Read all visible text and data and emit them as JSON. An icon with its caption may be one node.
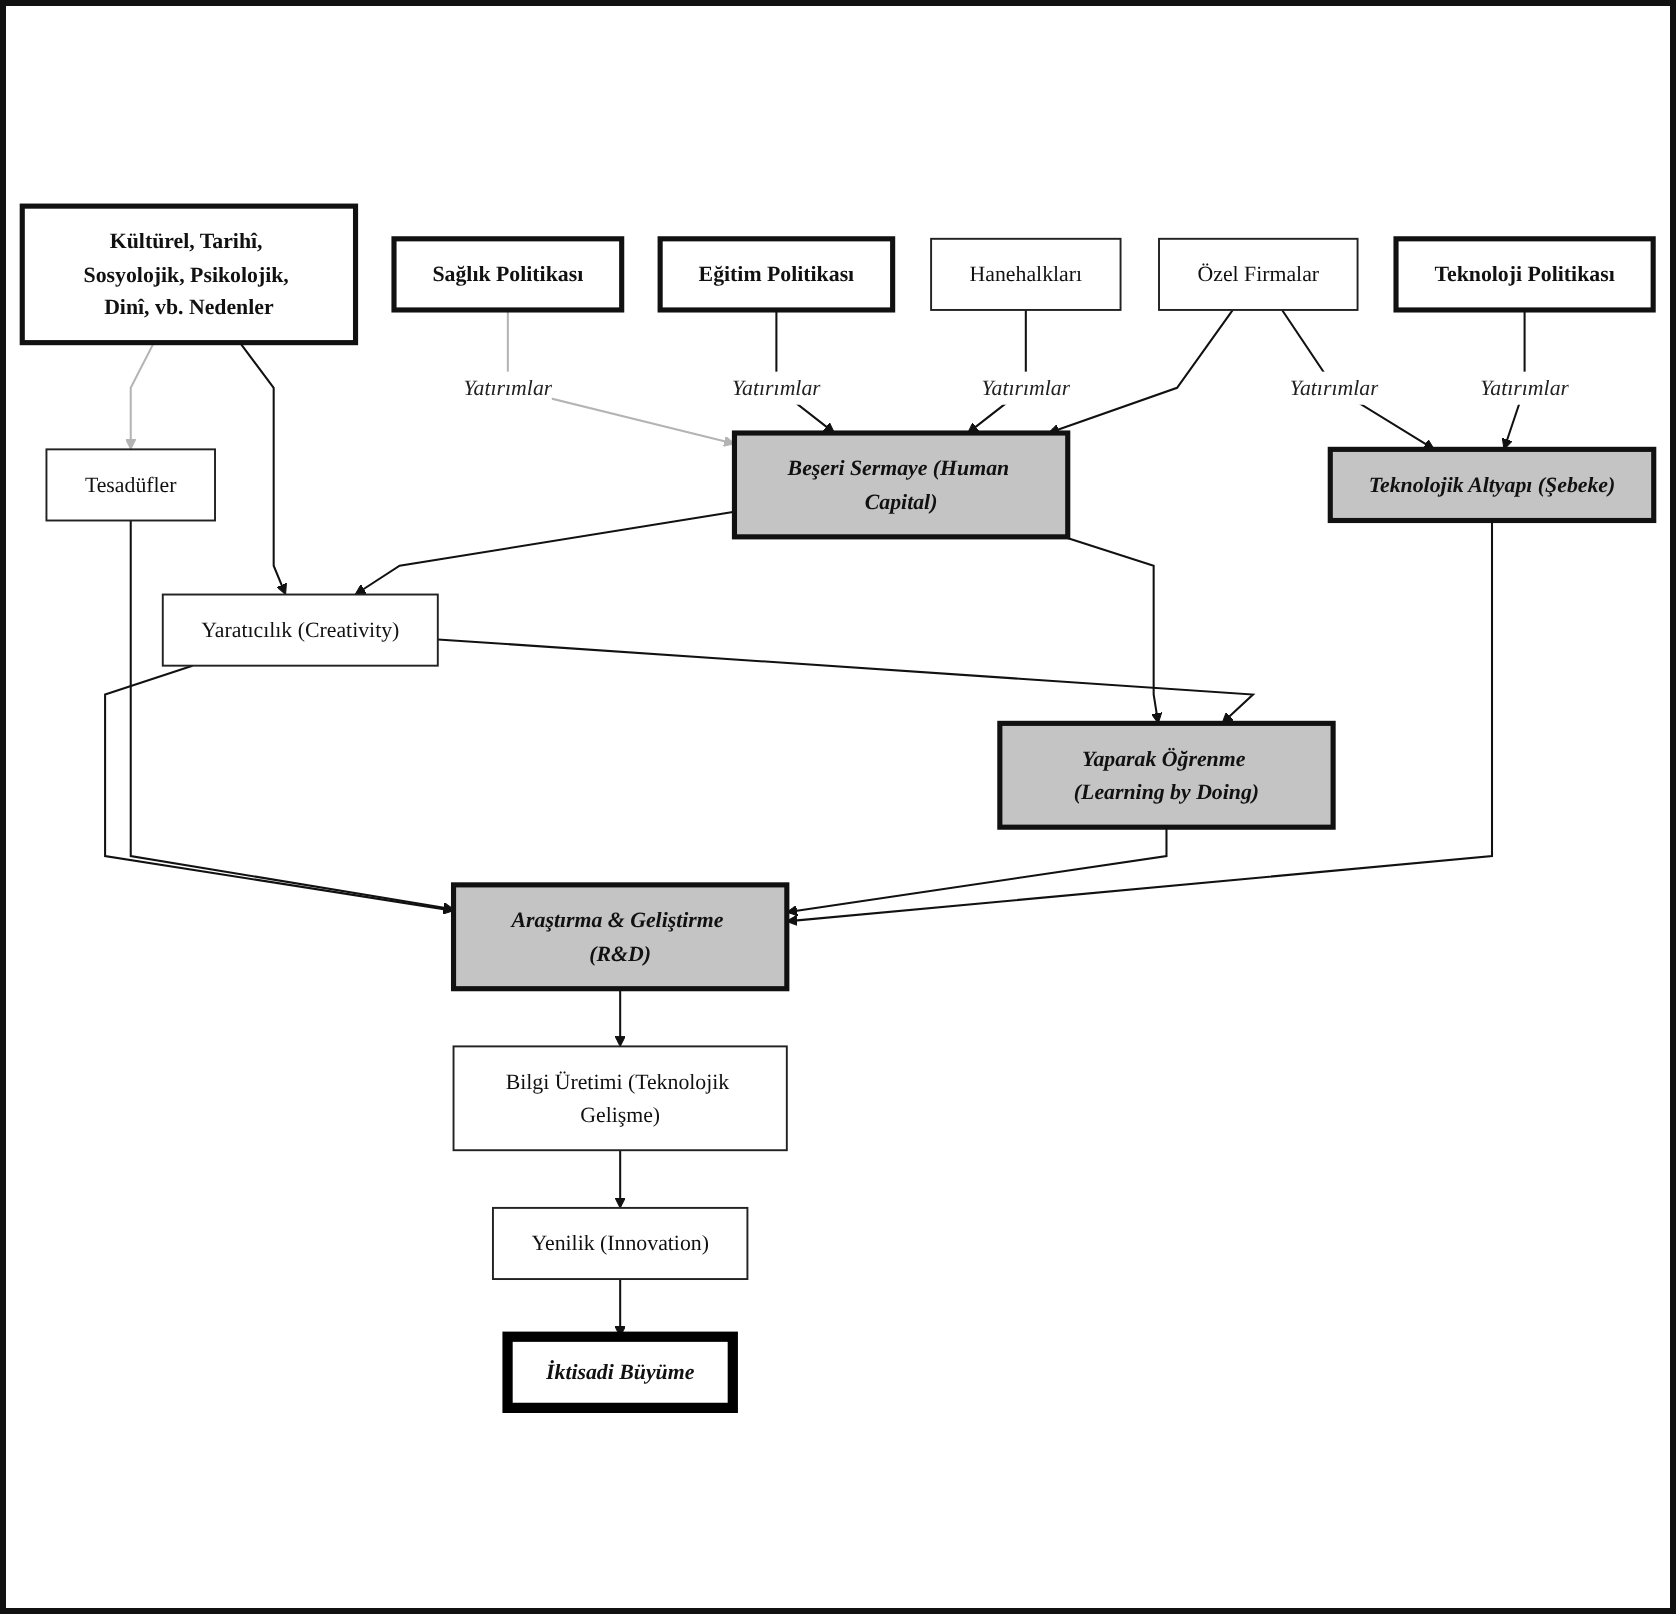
{
  "diagram": {
    "nodes": [
      {
        "text": [
          "Kültürel, Tarihî, Sosyolojik, Psikolojik, Dinî, vb. Nedenler"
        ]
      },
      {
        "text": [
          "Sağlık Politikası"
        ]
      },
      {
        "text": [
          "Eğitim Politikası"
        ]
      },
      {
        "text": [
          "Teknoloji Politikası"
        ]
      },
      {
        "text": [
          "Hanehalkları"
        ]
      },
      {
        "text": [
          "Özel Firmalar"
        ]
      },
      {
        "text": [
          "Beşeri Sermaye (Human Capital)"
        ]
      },
      {
        "text": [
          "Teknolojik Altyapı (Şebeke)"
        ]
      },
      {
        "text": [
          "Yaratıcılık (Creativity)"
        ]
      },
      {
        "text": [
          "Araştırma & Geliştirme (R&D)"
        ]
      },
      {
        "text": [
          "Tesadüfler"
        ]
      },
      {
        "text": [
          "Bilgi Üretimi (Teknolojik Gelişme)"
        ]
      },
      {
        "text": [
          "Yaparak Öğrenme (Learning by Doing)"
        ]
      },
      {
        "text": [
          "Yenilik (Innovation)"
        ]
      },
      {
        "text": [
          "İktisadi Büyüme"
        ]
      }
    ],
    "edges": [
      {
        "from": 1,
        "to": 6,
        "arrow": "to",
        "label": "Yatırımlar",
        "color": "#b4b4b4"
      },
      {
        "from": 2,
        "to": 6,
        "arrow": "to",
        "label": "Yatırımlar"
      },
      {
        "from": 4,
        "to": 6,
        "arrow": "to",
        "label": "Yatırımlar"
      },
      {
        "from": 5,
        "to": 6,
        "arrow": "to"
      },
      {
        "from": 5,
        "to": 7,
        "arrow": "to",
        "label": "Yatırımlar"
      },
      {
        "from": 3,
        "to": 7,
        "arrow": "to",
        "label": "Yatırımlar"
      },
      {
        "from": 0,
        "to": 8,
        "arrow": "to"
      },
      {
        "from": 0,
        "to": 10,
        "arrow": "to",
        "color": "#b4b4b4"
      },
      {
        "from": 6,
        "to": 8,
        "arrow": "to"
      },
      {
        "from": 6,
        "to": 12,
        "arrow": "to"
      },
      {
        "from": 8,
        "to": 9,
        "arrow": "to"
      },
      {
        "from": 8,
        "to": 12,
        "arrow": "to"
      },
      {
        "from": 10,
        "to": 9,
        "arrow": "to"
      },
      {
        "from": 12,
        "to": 9,
        "arrow": "to"
      },
      {
        "from": 7,
        "to": 9,
        "arrow": "to"
      },
      {
        "from": 9,
        "to": 11,
        "arrow": "to"
      },
      {
        "from": 11,
        "to": 13,
        "arrow": "to"
      },
      {
        "from": 13,
        "to": 14,
        "arrow": "to"
      }
    ]
  }
}
